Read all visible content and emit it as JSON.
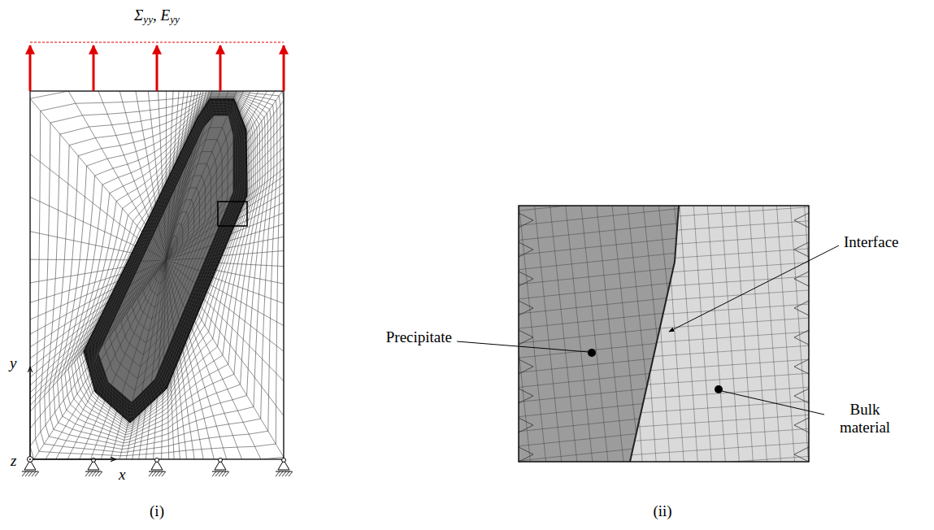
{
  "diagram": {
    "labels": [
      "Σyy, Eyy",
      "y",
      "z",
      "x",
      "(i)",
      "Precipitate",
      "Interface",
      "Bulk material",
      "(ii)"
    ]
  }
}
